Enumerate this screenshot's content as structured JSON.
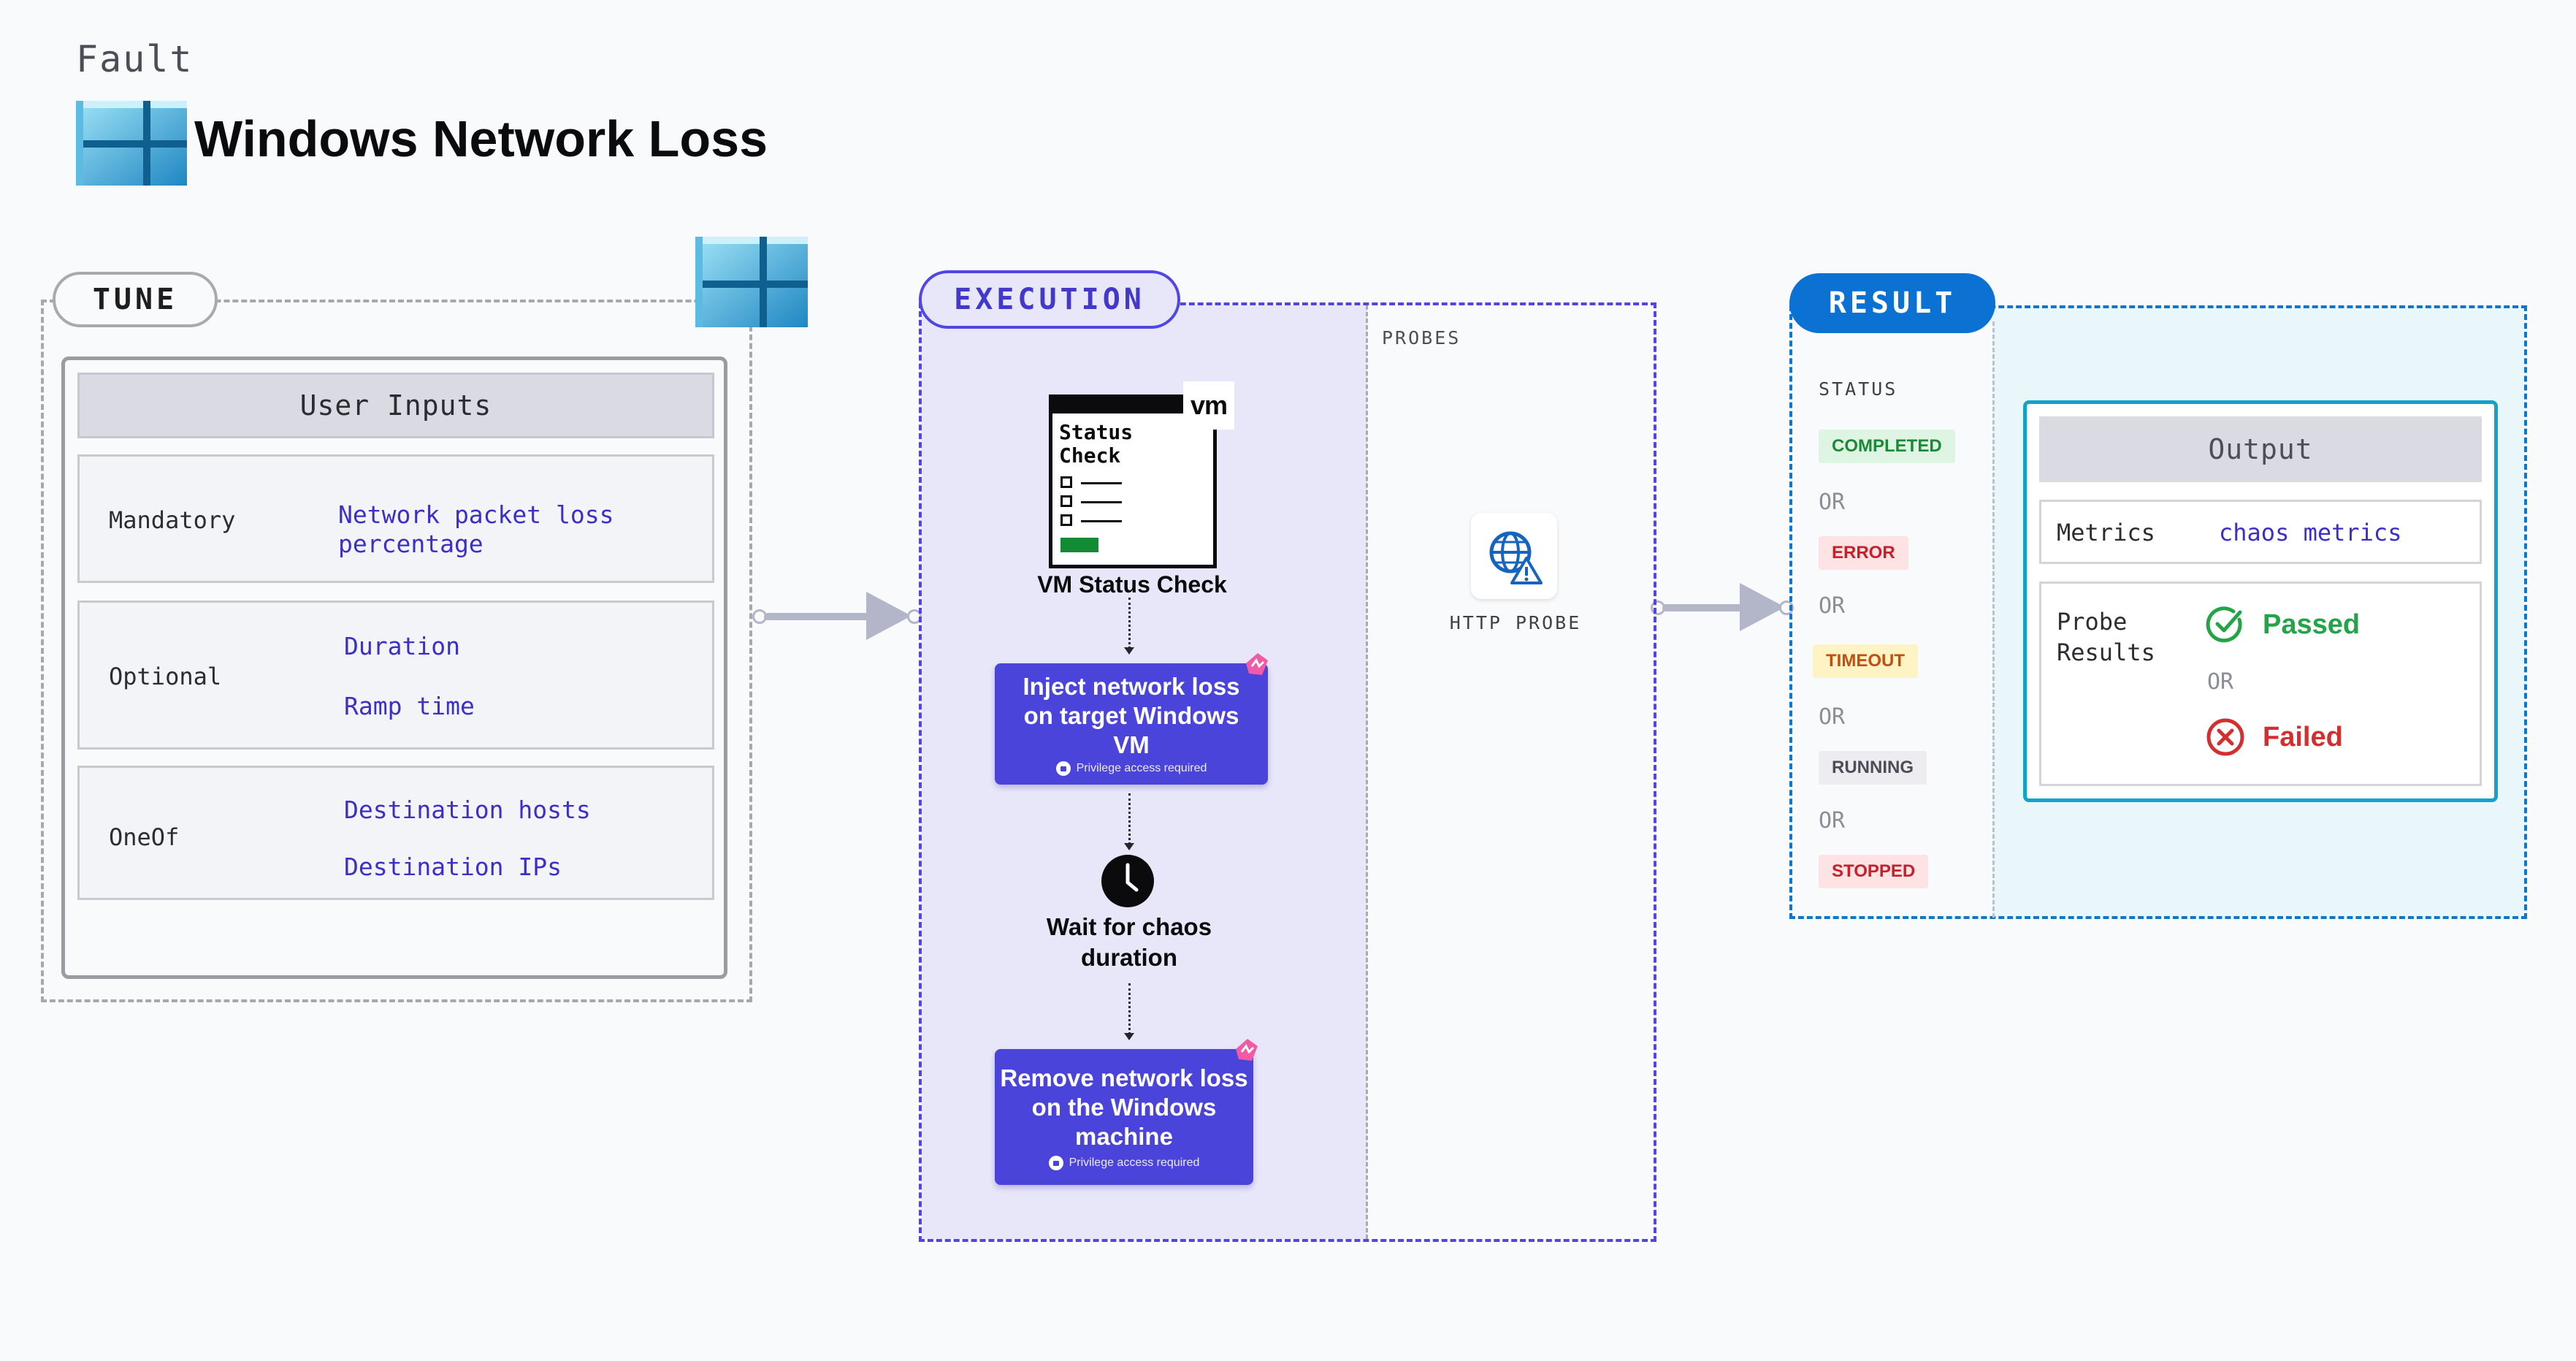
{
  "header": {
    "fault_label": "Fault",
    "title": "Windows Network Loss",
    "logo_icon": "windows-logo-icon"
  },
  "tune": {
    "pill_label": "TUNE",
    "panel_title": "User Inputs",
    "groups": [
      {
        "category": "Mandatory",
        "values": [
          "Network packet loss",
          "percentage"
        ]
      },
      {
        "category": "Optional",
        "values": [
          "Duration",
          "Ramp time"
        ]
      },
      {
        "category": "OneOf",
        "values": [
          "Destination hosts",
          "Destination IPs"
        ]
      }
    ]
  },
  "execution": {
    "pill_label": "EXECUTION",
    "probes_label": "PROBES",
    "probe_name": "HTTP PROBE",
    "status_check": {
      "card_title_line1": "Status",
      "card_title_line2": "Check",
      "badge": "vm",
      "label": "VM Status Check"
    },
    "steps": [
      {
        "lines": [
          "Inject network loss",
          "on target Windows",
          "VM"
        ],
        "note": "Privilege access required"
      },
      {
        "lines": [
          "Remove network loss",
          "on the Windows",
          "machine"
        ],
        "note": "Privilege access required"
      }
    ],
    "wait": {
      "lines": [
        "Wait for chaos",
        "duration"
      ]
    }
  },
  "result": {
    "pill_label": "RESULT",
    "status_title": "STATUS",
    "statuses": [
      {
        "label": "COMPLETED",
        "bg": "#dff5e4",
        "fg": "#1b8a36"
      },
      {
        "label": "ERROR",
        "bg": "#fde3e3",
        "fg": "#c8202a"
      },
      {
        "label": "TIMEOUT",
        "bg": "#fdf3c4",
        "fg": "#c24e12"
      },
      {
        "label": "RUNNING",
        "bg": "#ececf1",
        "fg": "#4b4d57"
      },
      {
        "label": "STOPPED",
        "bg": "#fde3e3",
        "fg": "#c8202a"
      }
    ],
    "or_text": "OR",
    "output": {
      "title": "Output",
      "metrics_label": "Metrics",
      "metrics_value": "chaos metrics",
      "probe_label_line1": "Probe",
      "probe_label_line2": "Results",
      "passed": "Passed",
      "or_text": "OR",
      "failed": "Failed"
    }
  },
  "colors": {
    "execution_accent": "#4f46e5",
    "result_accent": "#0b72d3",
    "step_card": "#4b44db",
    "input_value": "#3b2fc9"
  }
}
